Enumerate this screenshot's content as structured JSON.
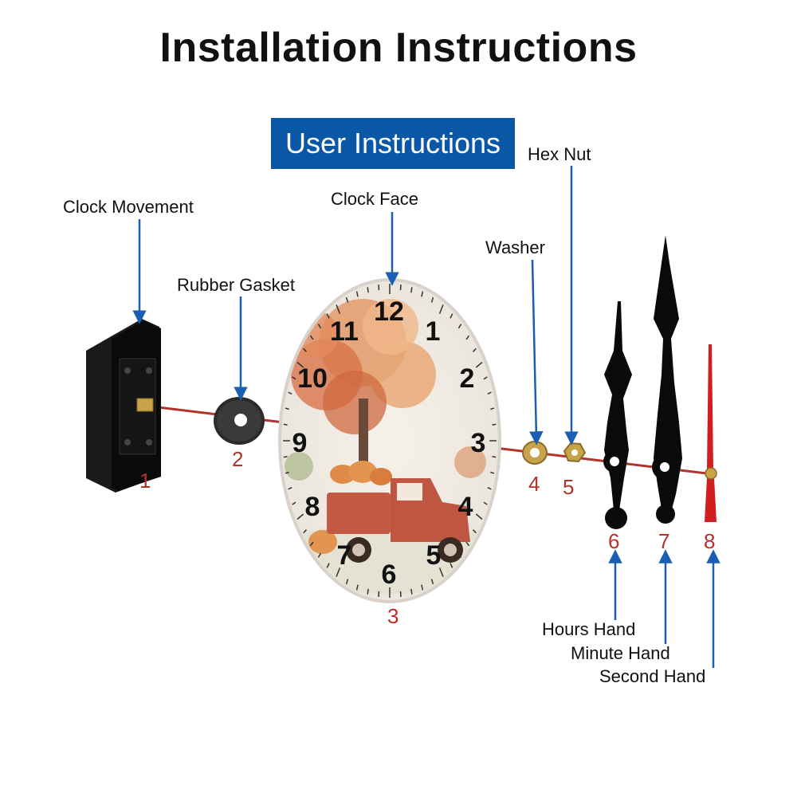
{
  "title": "Installation Instructions",
  "banner": "User Instructions",
  "parts": [
    {
      "label": "Clock Movement",
      "number": "1"
    },
    {
      "label": "Rubber Gasket",
      "number": "2"
    },
    {
      "label": "Clock Face",
      "number": "3"
    },
    {
      "label": "Washer",
      "number": "4"
    },
    {
      "label": "Hex Nut",
      "number": "5"
    },
    {
      "label": "Hours Hand",
      "number": "6"
    },
    {
      "label": "Minute Hand",
      "number": "7"
    },
    {
      "label": "Second Hand",
      "number": "8"
    }
  ],
  "dial_numerals": [
    "12",
    "1",
    "2",
    "3",
    "4",
    "5",
    "6",
    "7",
    "8",
    "9",
    "10",
    "11"
  ],
  "colors": {
    "arrow": "#1a5fb4",
    "axis": "#b3322a",
    "number": "#b3322a",
    "banner": "#0a57a6"
  }
}
